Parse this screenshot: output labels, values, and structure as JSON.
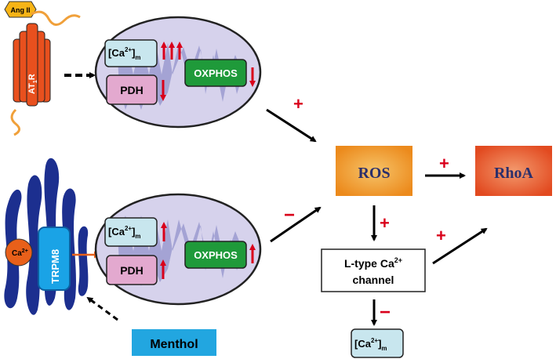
{
  "ligand": {
    "label": "Ang II"
  },
  "receptor": {
    "label": "AT",
    "subscript": "1",
    "suffix": "R"
  },
  "channel": {
    "label": "TRPM8"
  },
  "ion": {
    "label": "Ca",
    "sup": "2+"
  },
  "drug": {
    "label": "Menthol"
  },
  "mito_top": {
    "ca_base": "[Ca",
    "ca_sup": "2+",
    "ca_tail": "]",
    "ca_sub": "m",
    "pdh": "PDH",
    "oxphos": "OXPHOS"
  },
  "mito_bottom": {
    "ca_base": "[Ca",
    "ca_sup": "2+",
    "ca_tail": "]",
    "ca_sub": "m",
    "pdh": "PDH",
    "oxphos": "OXPHOS"
  },
  "ros": {
    "label": "ROS"
  },
  "rhoa": {
    "label": "RhoA"
  },
  "ltype": {
    "line1": "L-type Ca",
    "line1_sup": "2+",
    "line2": "channel"
  },
  "ca_out": {
    "base": "[Ca",
    "sup": "2+",
    "tail": "]",
    "sub": "m"
  },
  "signs": {
    "top_to_ros": "+",
    "bottom_to_ros": "−",
    "ros_to_rhoa": "+",
    "ros_to_ltype": "+",
    "ltype_to_rhoa": "+",
    "ltype_to_ca": "−"
  },
  "colors": {
    "receptor": "#e8501e",
    "mito_fill": "#d6d2ec",
    "cristae": "#8e8ec8",
    "ca_box": "#c8e6ee",
    "pdh_box": "#e3a9cf",
    "oxphos_box": "#1f9a3a",
    "sign_red": "#d9001b",
    "ros": "#f08a20",
    "rhoa": "#e2532a",
    "menthol": "#22a6e0",
    "membrane": "#1c2f8f",
    "trpm8": "#1aa3e6",
    "ion": "#e8601a"
  }
}
